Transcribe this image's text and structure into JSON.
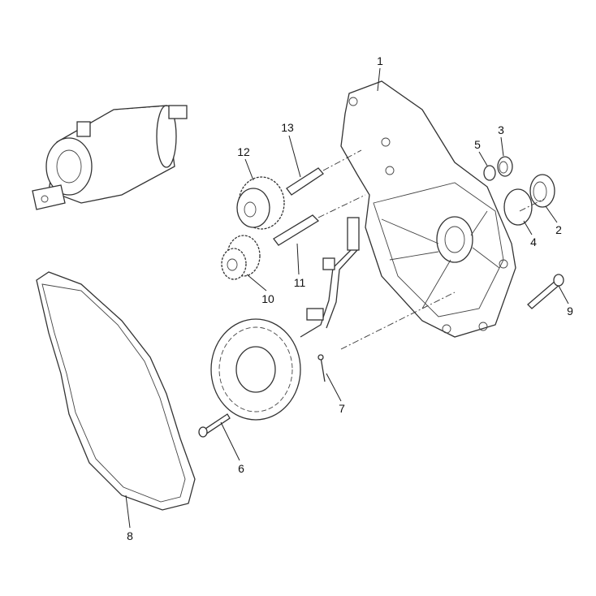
{
  "diagram": {
    "type": "exploded-parts",
    "parts": [
      {
        "id": "1",
        "label": "1",
        "name": "cover"
      },
      {
        "id": "2",
        "label": "2",
        "name": "oil-seal"
      },
      {
        "id": "3",
        "label": "3",
        "name": "plug"
      },
      {
        "id": "4",
        "label": "4",
        "name": "o-ring-large"
      },
      {
        "id": "5",
        "label": "5",
        "name": "o-ring-small"
      },
      {
        "id": "6",
        "label": "6",
        "name": "stator-bolt"
      },
      {
        "id": "7",
        "label": "7",
        "name": "clamp-screw"
      },
      {
        "id": "8",
        "label": "8",
        "name": "gasket"
      },
      {
        "id": "9",
        "label": "9",
        "name": "cover-bolt"
      },
      {
        "id": "10",
        "label": "10",
        "name": "idle-gear-small"
      },
      {
        "id": "11",
        "label": "11",
        "name": "shaft-lower"
      },
      {
        "id": "12",
        "label": "12",
        "name": "idle-gear-large"
      },
      {
        "id": "13",
        "label": "13",
        "name": "shaft-upper"
      }
    ]
  }
}
